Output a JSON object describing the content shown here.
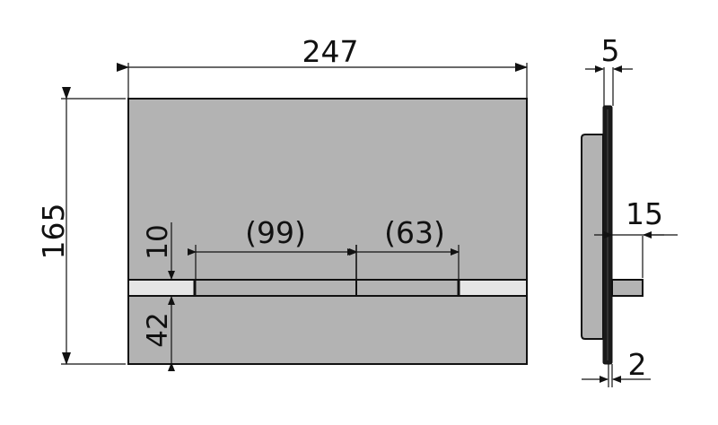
{
  "drawing": {
    "type": "technical-dimension-drawing",
    "subject": "flush plate with dual push buttons",
    "units": "mm",
    "colors": {
      "plate_fill": "#b3b3b3",
      "strip_light": "#e6e6e6",
      "button_fill": "#b3b3b3",
      "line": "#111111",
      "profile_dark": "#1a1a1a"
    }
  },
  "front_view": {
    "overall_width": "247",
    "overall_height": "165",
    "strip_height": "10",
    "strip_bottom_offset": "42",
    "button_large_width": "(99)",
    "button_small_width": "(63)"
  },
  "side_view": {
    "plate_thickness": "5",
    "button_projection": "15",
    "frame_thickness": "2"
  }
}
